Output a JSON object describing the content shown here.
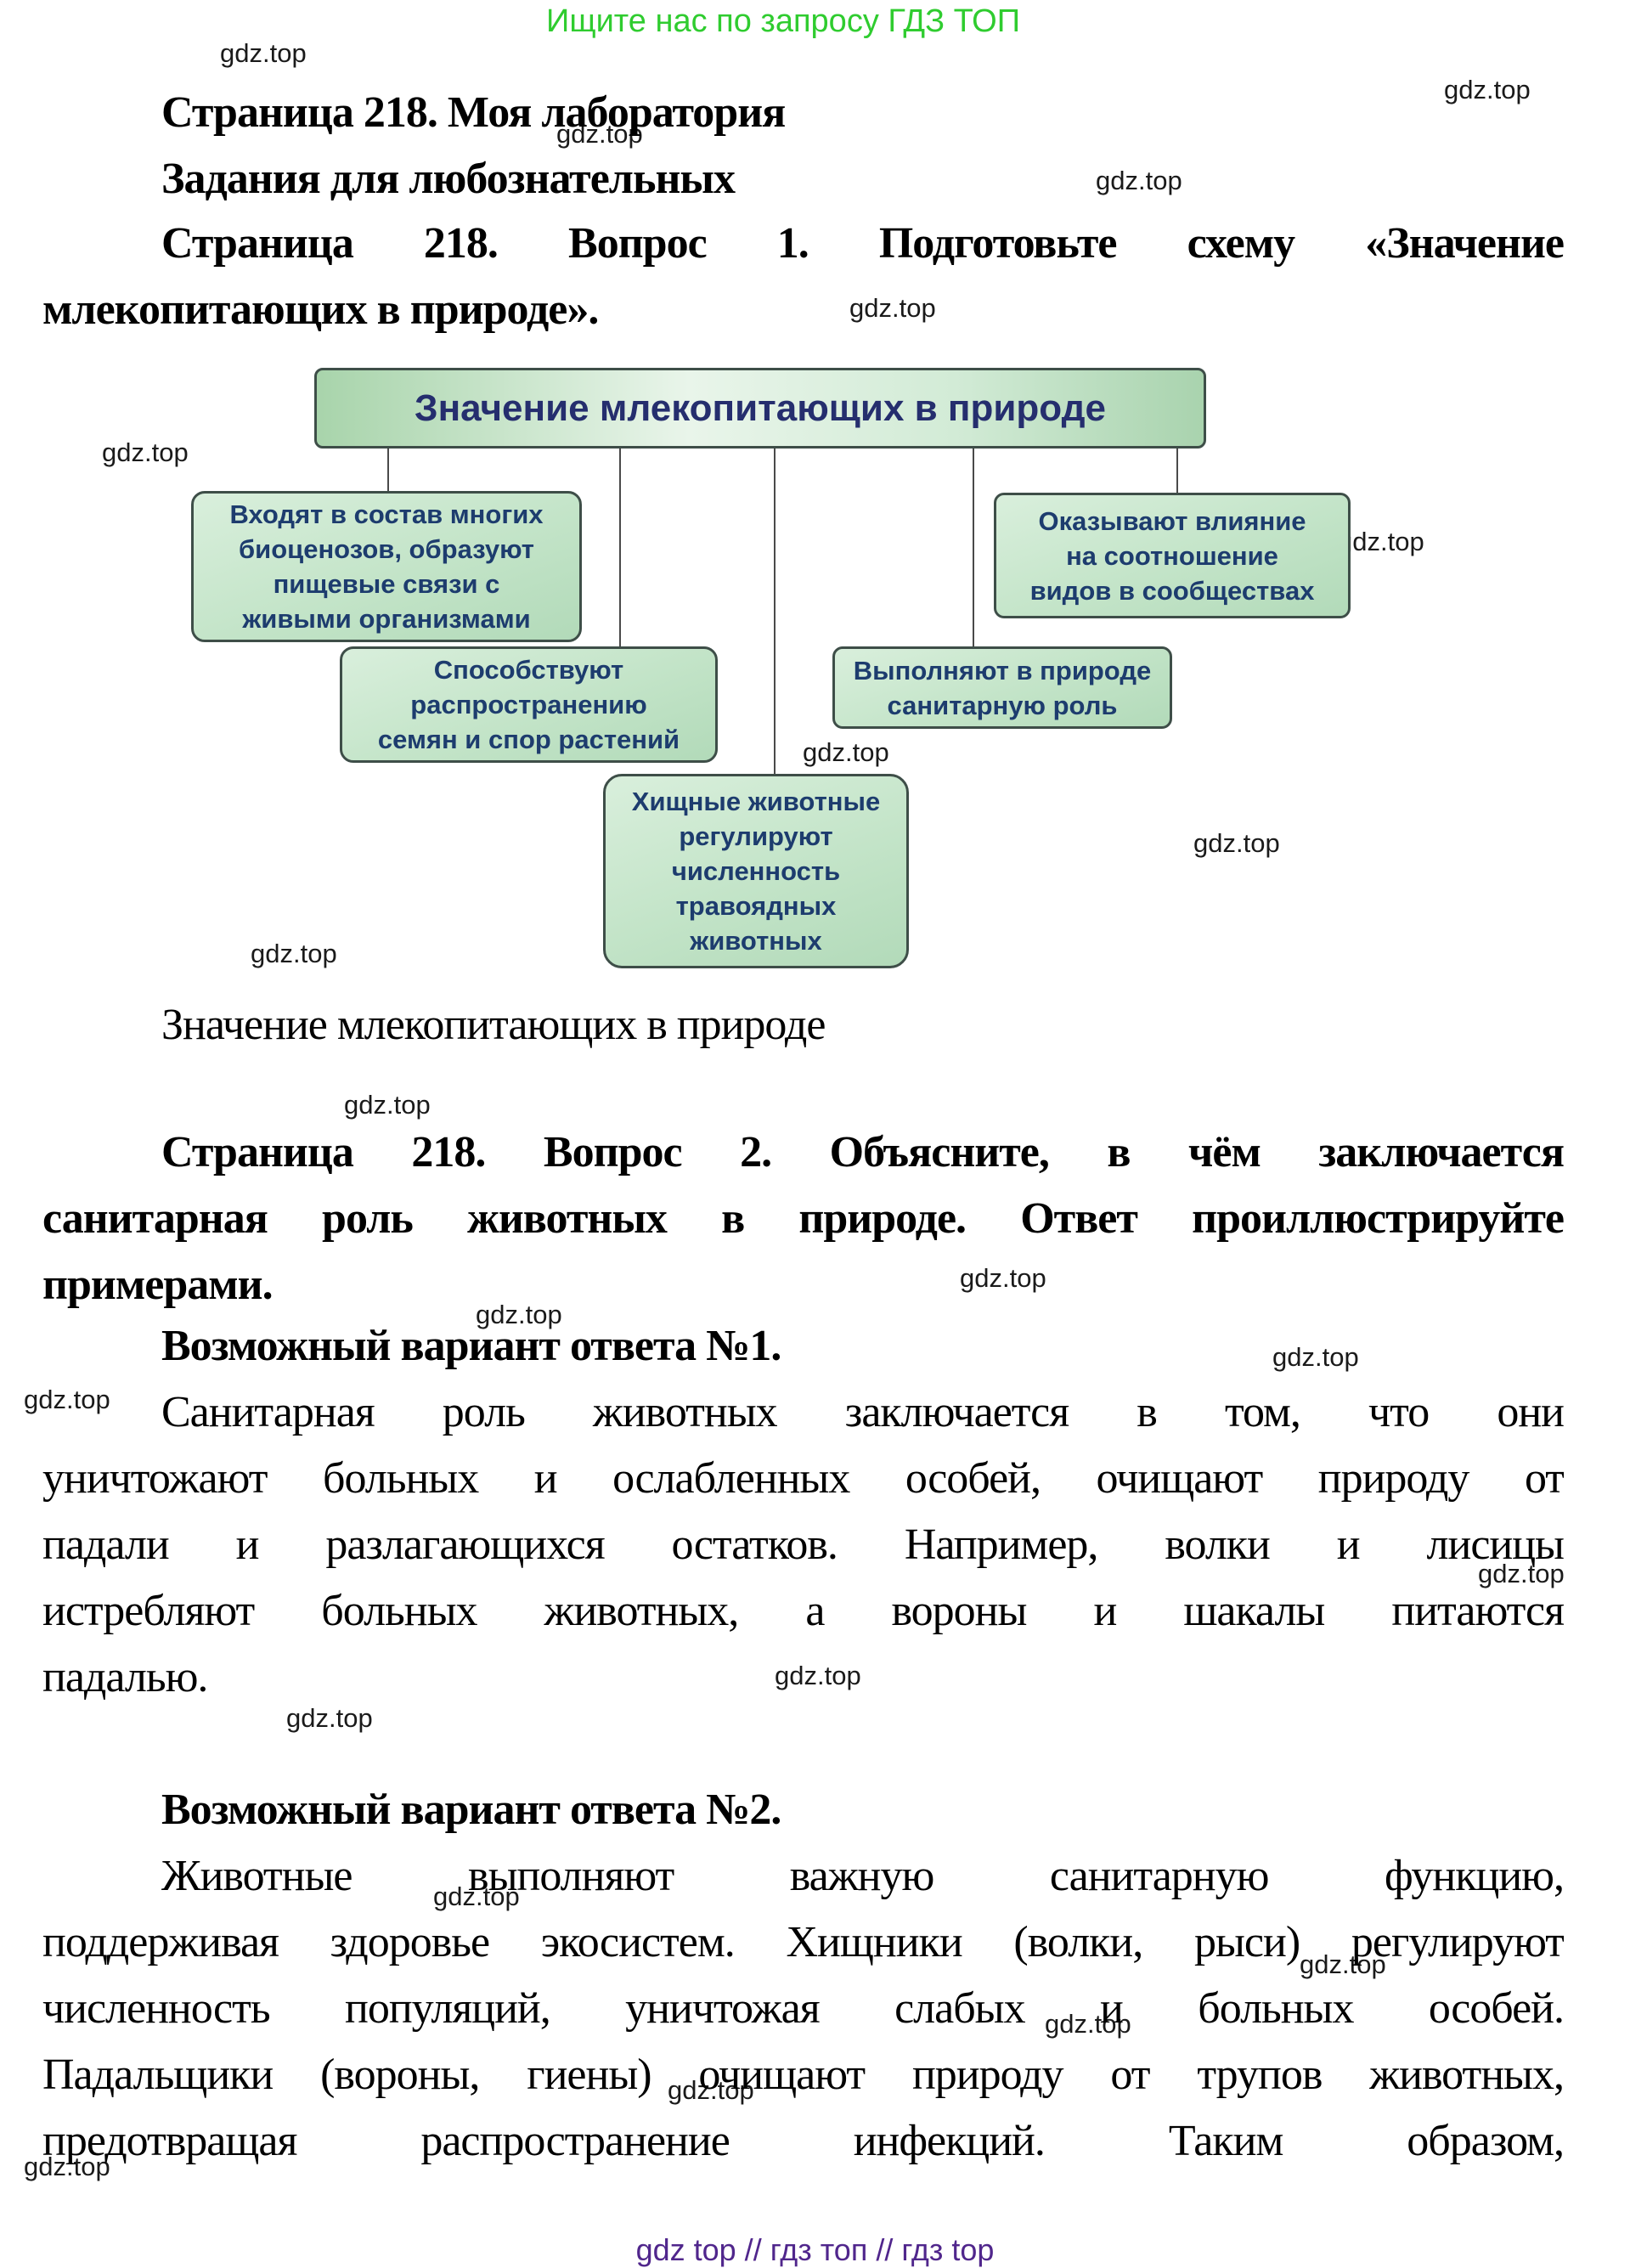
{
  "promo": {
    "text": "Ищите нас по запросу ГДЗ ТОП",
    "color": "#2fcc2f"
  },
  "watermark": {
    "label": "gdz.top"
  },
  "headings": {
    "title1": "Страница 218. Моя лаборатория",
    "title2": "Задания для любознательных"
  },
  "question1": {
    "line1": "Страница 218. Вопрос 1. Подготовьте схему «Значение",
    "line2": "млекопитающих в природе»."
  },
  "diagram": {
    "title": "Значение млекопитающих в природе",
    "boxes": {
      "left": {
        "lines": [
          "Входят в состав многих",
          "биоценозов, образуют",
          "пищевые связи с",
          "живыми организмами"
        ]
      },
      "spread": {
        "lines": [
          "Способствуют",
          "распространению",
          "семян и спор растений"
        ]
      },
      "predators": {
        "lines": [
          "Хищные животные",
          "регулируют",
          "численность",
          "травоядных",
          "животных"
        ]
      },
      "sanitary": {
        "lines": [
          "Выполняют в природе",
          "санитарную роль"
        ]
      },
      "influence": {
        "lines": [
          "Оказывают влияние",
          "на соотношение",
          "видов в сообществах"
        ]
      }
    }
  },
  "caption": {
    "text": "Значение млекопитающих в природе"
  },
  "question2": {
    "line1": "Страница 218. Вопрос 2. Объясните, в чём заключается",
    "line2": "санитарная роль животных в природе. Ответ проиллюстрируйте",
    "line3": "примерами."
  },
  "answer1": {
    "title": "Возможный вариант ответа №1.",
    "lines": [
      "Санитарная роль животных заключается в том, что они",
      "уничтожают больных и ослабленных особей, очищают природу от",
      "падали и разлагающихся остатков. Например, волки и лисицы",
      "истребляют больных животных, а вороны и шакалы питаются",
      "падалью."
    ]
  },
  "answer2": {
    "title": "Возможный вариант ответа №2.",
    "lines": [
      "Животные выполняют важную санитарную функцию,",
      "поддерживая здоровье экосистем. Хищники (волки, рыси) регулируют",
      "численность популяций, уничтожая слабых и больных особей.",
      "Падальщики (вороны, гиены) очищают природу от трупов животных,",
      "предотвращая распространение инфекций. Таким образом,"
    ]
  },
  "footer": {
    "text": "gdz top  //  гдз топ  //  гдз top"
  }
}
